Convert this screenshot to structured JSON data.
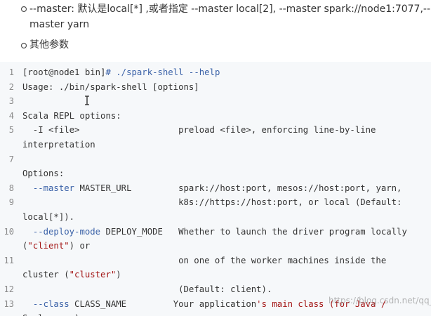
{
  "bullets": [
    {
      "line1": "--master: 默认是local[*] ,或者指定 --master local[2], --master  spark://node1:7077,--",
      "line2": "master   yarn"
    },
    {
      "line1": "其他参数"
    }
  ],
  "code_lines": [
    {
      "num": "1",
      "pre": "[root@node1 bin]",
      "kw": "# ./spark-shell --help",
      "post": ""
    },
    {
      "num": "2",
      "pre": "Usage: ./bin/spark-shell [options]",
      "kw": "",
      "post": ""
    },
    {
      "num": "3",
      "pre": "",
      "kw": "",
      "post": ""
    },
    {
      "num": "4",
      "pre": "Scala REPL options:",
      "kw": "",
      "post": ""
    },
    {
      "num": "5",
      "pre": "  -I <file>                   preload <file>, enforcing line-by-line",
      "kw": "",
      "post": ""
    },
    {
      "num": "",
      "pre": "interpretation",
      "kw": "",
      "post": ""
    },
    {
      "num": "7",
      "pre": "",
      "kw": "",
      "post": ""
    },
    {
      "num": "",
      "pre": "Options:",
      "kw": "",
      "post": ""
    },
    {
      "num": "8",
      "pre": "  ",
      "kw": "--master",
      "post": " MASTER_URL         spark://host:port, mesos://host:port, yarn,"
    },
    {
      "num": "9",
      "pre": "                              k8s://https://host:port, or local (Default:",
      "kw": "",
      "post": ""
    },
    {
      "num": "",
      "pre": "local[*]).",
      "kw": "",
      "post": ""
    },
    {
      "num": "10",
      "pre": "  ",
      "kw": "--deploy-mode",
      "post": " DEPLOY_MODE   Whether to launch the driver program locally"
    },
    {
      "num": "",
      "pre": "(",
      "kw": "",
      "post": "",
      "str": "\"client\"",
      "tail": ") or"
    },
    {
      "num": "11",
      "pre": "                              on one of the worker machines inside the",
      "kw": "",
      "post": ""
    },
    {
      "num": "",
      "pre": "cluster (",
      "kw": "",
      "post": "",
      "str": "\"cluster\"",
      "tail": ")"
    },
    {
      "num": "12",
      "pre": "                              (Default: client).",
      "kw": "",
      "post": ""
    },
    {
      "num": "13",
      "pre": "  ",
      "kw": "--class",
      "post": " CLASS_NAME         Your application",
      "str": "'s main class (for Java /",
      "tail": ""
    },
    {
      "num": "",
      "pre": "Scala apps).",
      "kw": "",
      "post": ""
    }
  ],
  "watermark": "https://blog.csdn.net/qq_ssd",
  "colors": {
    "code_bg": "#f6f8fa",
    "keyword": "#3b62a8",
    "string": "#a31515",
    "text": "#333333"
  }
}
